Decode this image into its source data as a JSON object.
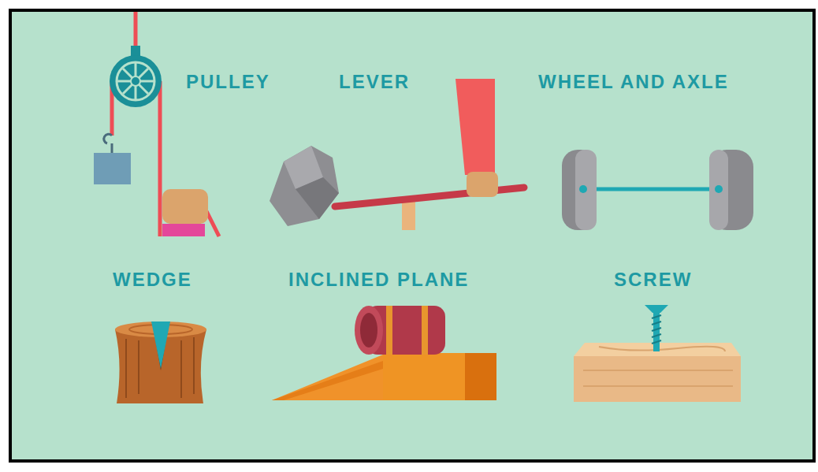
{
  "diagram": {
    "labels": [
      "PULLEY",
      "LEVER",
      "WHEEL AND AXLE",
      "WEDGE",
      "INCLINED PLANE",
      "SCREW"
    ]
  }
}
